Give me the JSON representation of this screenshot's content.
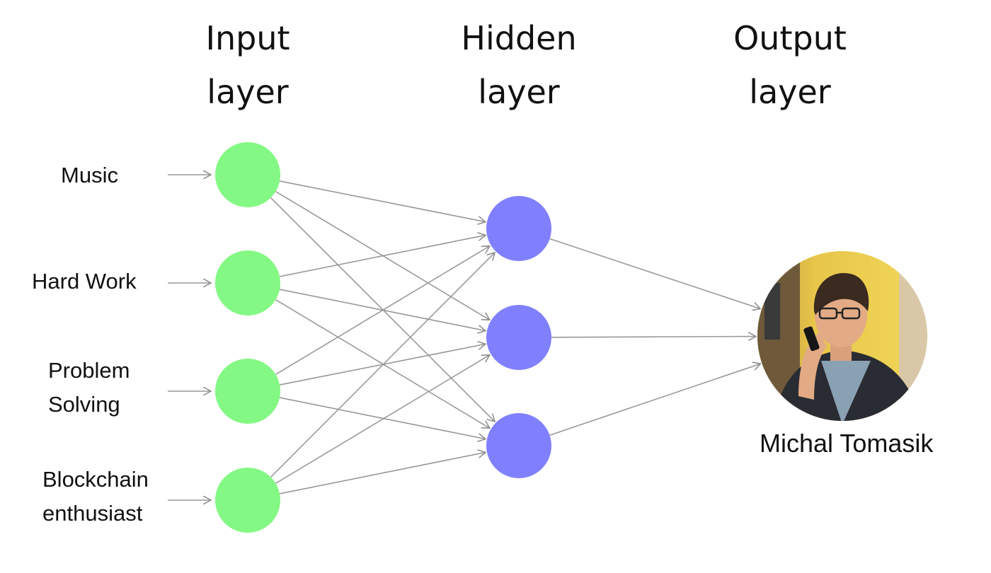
{
  "headers": {
    "input": "Input\nlayer",
    "hidden": "Hidden\nlayer",
    "output": "Output\nlayer"
  },
  "inputs": [
    {
      "label": "Music"
    },
    {
      "label": "Hard Work"
    },
    {
      "label": "Problem\nSolving"
    },
    {
      "label": "Blockchain\nenthusiast"
    }
  ],
  "hidden_count": 3,
  "output": {
    "caption": "Michal Tomasik"
  },
  "colors": {
    "input_node": "#84f884",
    "hidden_node": "#8080ff",
    "edge": "#999999",
    "text": "#111111"
  }
}
